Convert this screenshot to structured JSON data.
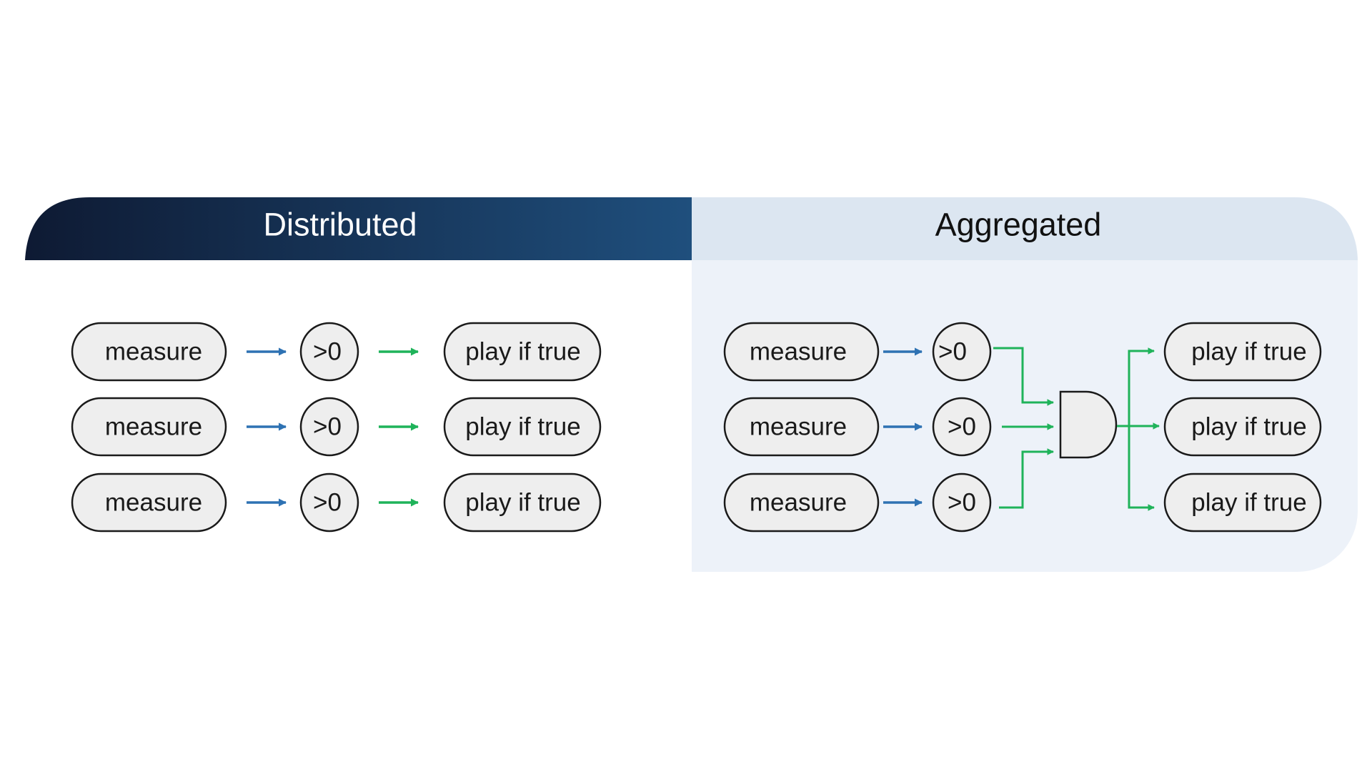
{
  "distributed": {
    "title": "Distributed",
    "rows": [
      {
        "measure": "measure",
        "compare": ">0",
        "action": "play if true"
      },
      {
        "measure": "measure",
        "compare": ">0",
        "action": "play if true"
      },
      {
        "measure": "measure",
        "compare": ">0",
        "action": "play if true"
      }
    ]
  },
  "aggregated": {
    "title": "Aggregated",
    "rows": [
      {
        "measure": "measure",
        "compare": ">0",
        "action": "play if true"
      },
      {
        "measure": "measure",
        "compare": ">0",
        "action": "play if true"
      },
      {
        "measure": "measure",
        "compare": ">0",
        "action": "play if true"
      }
    ]
  },
  "colors": {
    "header_dark_start": "#0e1a33",
    "header_dark_end": "#1f4f7d",
    "header_light": "#dce6f1",
    "panel_light": "#edf2f9",
    "blue_arrow": "#2e72b3",
    "green_arrow": "#1fb35a",
    "node_fill": "#eeeeee",
    "node_stroke": "#1a1a1a"
  }
}
